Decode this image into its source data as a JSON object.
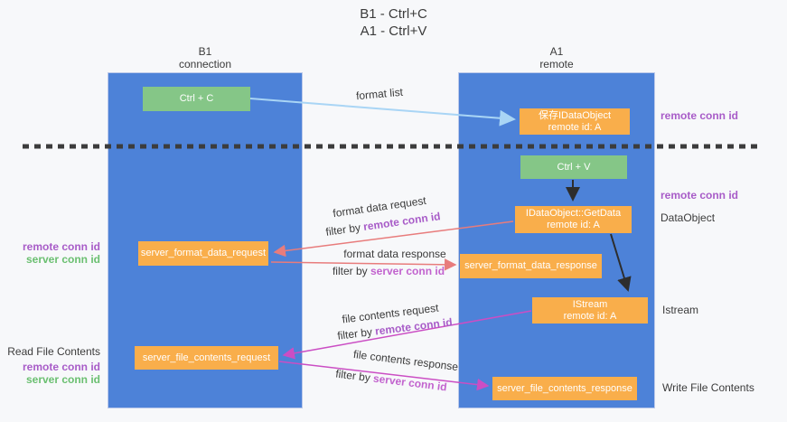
{
  "title": {
    "line1": "B1 - Ctrl+C",
    "line2": "A1 - Ctrl+V"
  },
  "lanes": {
    "left": {
      "name": "B1",
      "role": "connection"
    },
    "right": {
      "name": "A1",
      "role": "remote"
    }
  },
  "boxes": {
    "ctrl_c": "Ctrl + C",
    "ctrl_v": "Ctrl + V",
    "save_idataobject": {
      "line1": "保存IDataObject",
      "line2": "remote id: A"
    },
    "getdata": {
      "line1": "IDataObject::GetData",
      "line2": "remote id: A"
    },
    "istream": {
      "line1": "IStream",
      "line2": "remote id: A"
    },
    "server_format_data_request": "server_format_data_request",
    "server_format_data_response": "server_format_data_response",
    "server_file_contents_request": "server_file_contents_request",
    "server_file_contents_response": "server_file_contents_response"
  },
  "arrow_labels": {
    "format_list": "format list",
    "format_data_request": "format data request",
    "format_data_request_filter": {
      "prefix": "filter by ",
      "keyword": "remote conn id"
    },
    "format_data_response": "format data response",
    "format_data_response_filter": {
      "prefix": "filter by ",
      "keyword": "server conn id"
    },
    "file_contents_request": "file contents request",
    "file_contents_request_filter": {
      "prefix": "filter by ",
      "keyword": "remote conn id"
    },
    "file_contents_response": "file contents response",
    "file_contents_response_filter": {
      "prefix": "filter by ",
      "keyword": "server conn id"
    }
  },
  "side_labels": {
    "right_remote_conn_id_top": "remote conn id",
    "right_remote_conn_id_mid": "remote conn id",
    "dataobject": "DataObject",
    "istream": "Istream",
    "write_file_contents": "Write File Contents",
    "left_remote_conn_id_1": "remote conn id",
    "left_server_conn_id_1": "server conn id",
    "read_file_contents": "Read File Contents",
    "left_remote_conn_id_2": "remote conn id",
    "left_server_conn_id_2": "server conn id"
  },
  "colors": {
    "lane_blue": "#4d82d8",
    "box_green": "#85c687",
    "box_orange": "#f9ae4b",
    "purple": "#a85cc8",
    "orchid": "#c263ce",
    "green_text": "#6abf70",
    "arrow_red": "#e87c7c",
    "arrow_magenta": "#cb4ec4",
    "arrow_blue": "#a9d5f5",
    "arrow_black": "#2d2d2d",
    "dashed_line": "#3c3c3c",
    "background": "#f7f8fa",
    "text_dark": "#3b3b3b"
  }
}
